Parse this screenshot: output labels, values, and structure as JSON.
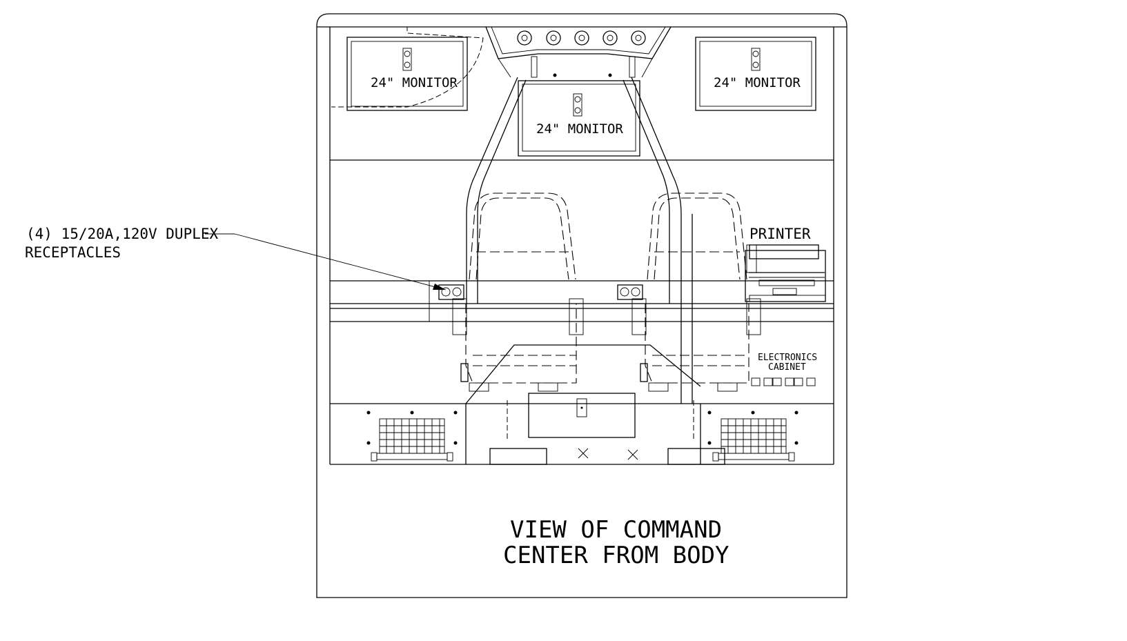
{
  "labels": {
    "monitor_left": "24\" MONITOR",
    "monitor_center": "24\" MONITOR",
    "monitor_right": "24\" MONITOR",
    "printer": "PRINTER",
    "electronics_line1": "ELECTRONICS",
    "electronics_line2": "CABINET",
    "receptacle_line1": "(4) 15/20A,120V DUPLEX",
    "receptacle_line2": "RECEPTACLES",
    "view_title_line1": "VIEW OF COMMAND",
    "view_title_line2": "CENTER FROM BODY"
  }
}
